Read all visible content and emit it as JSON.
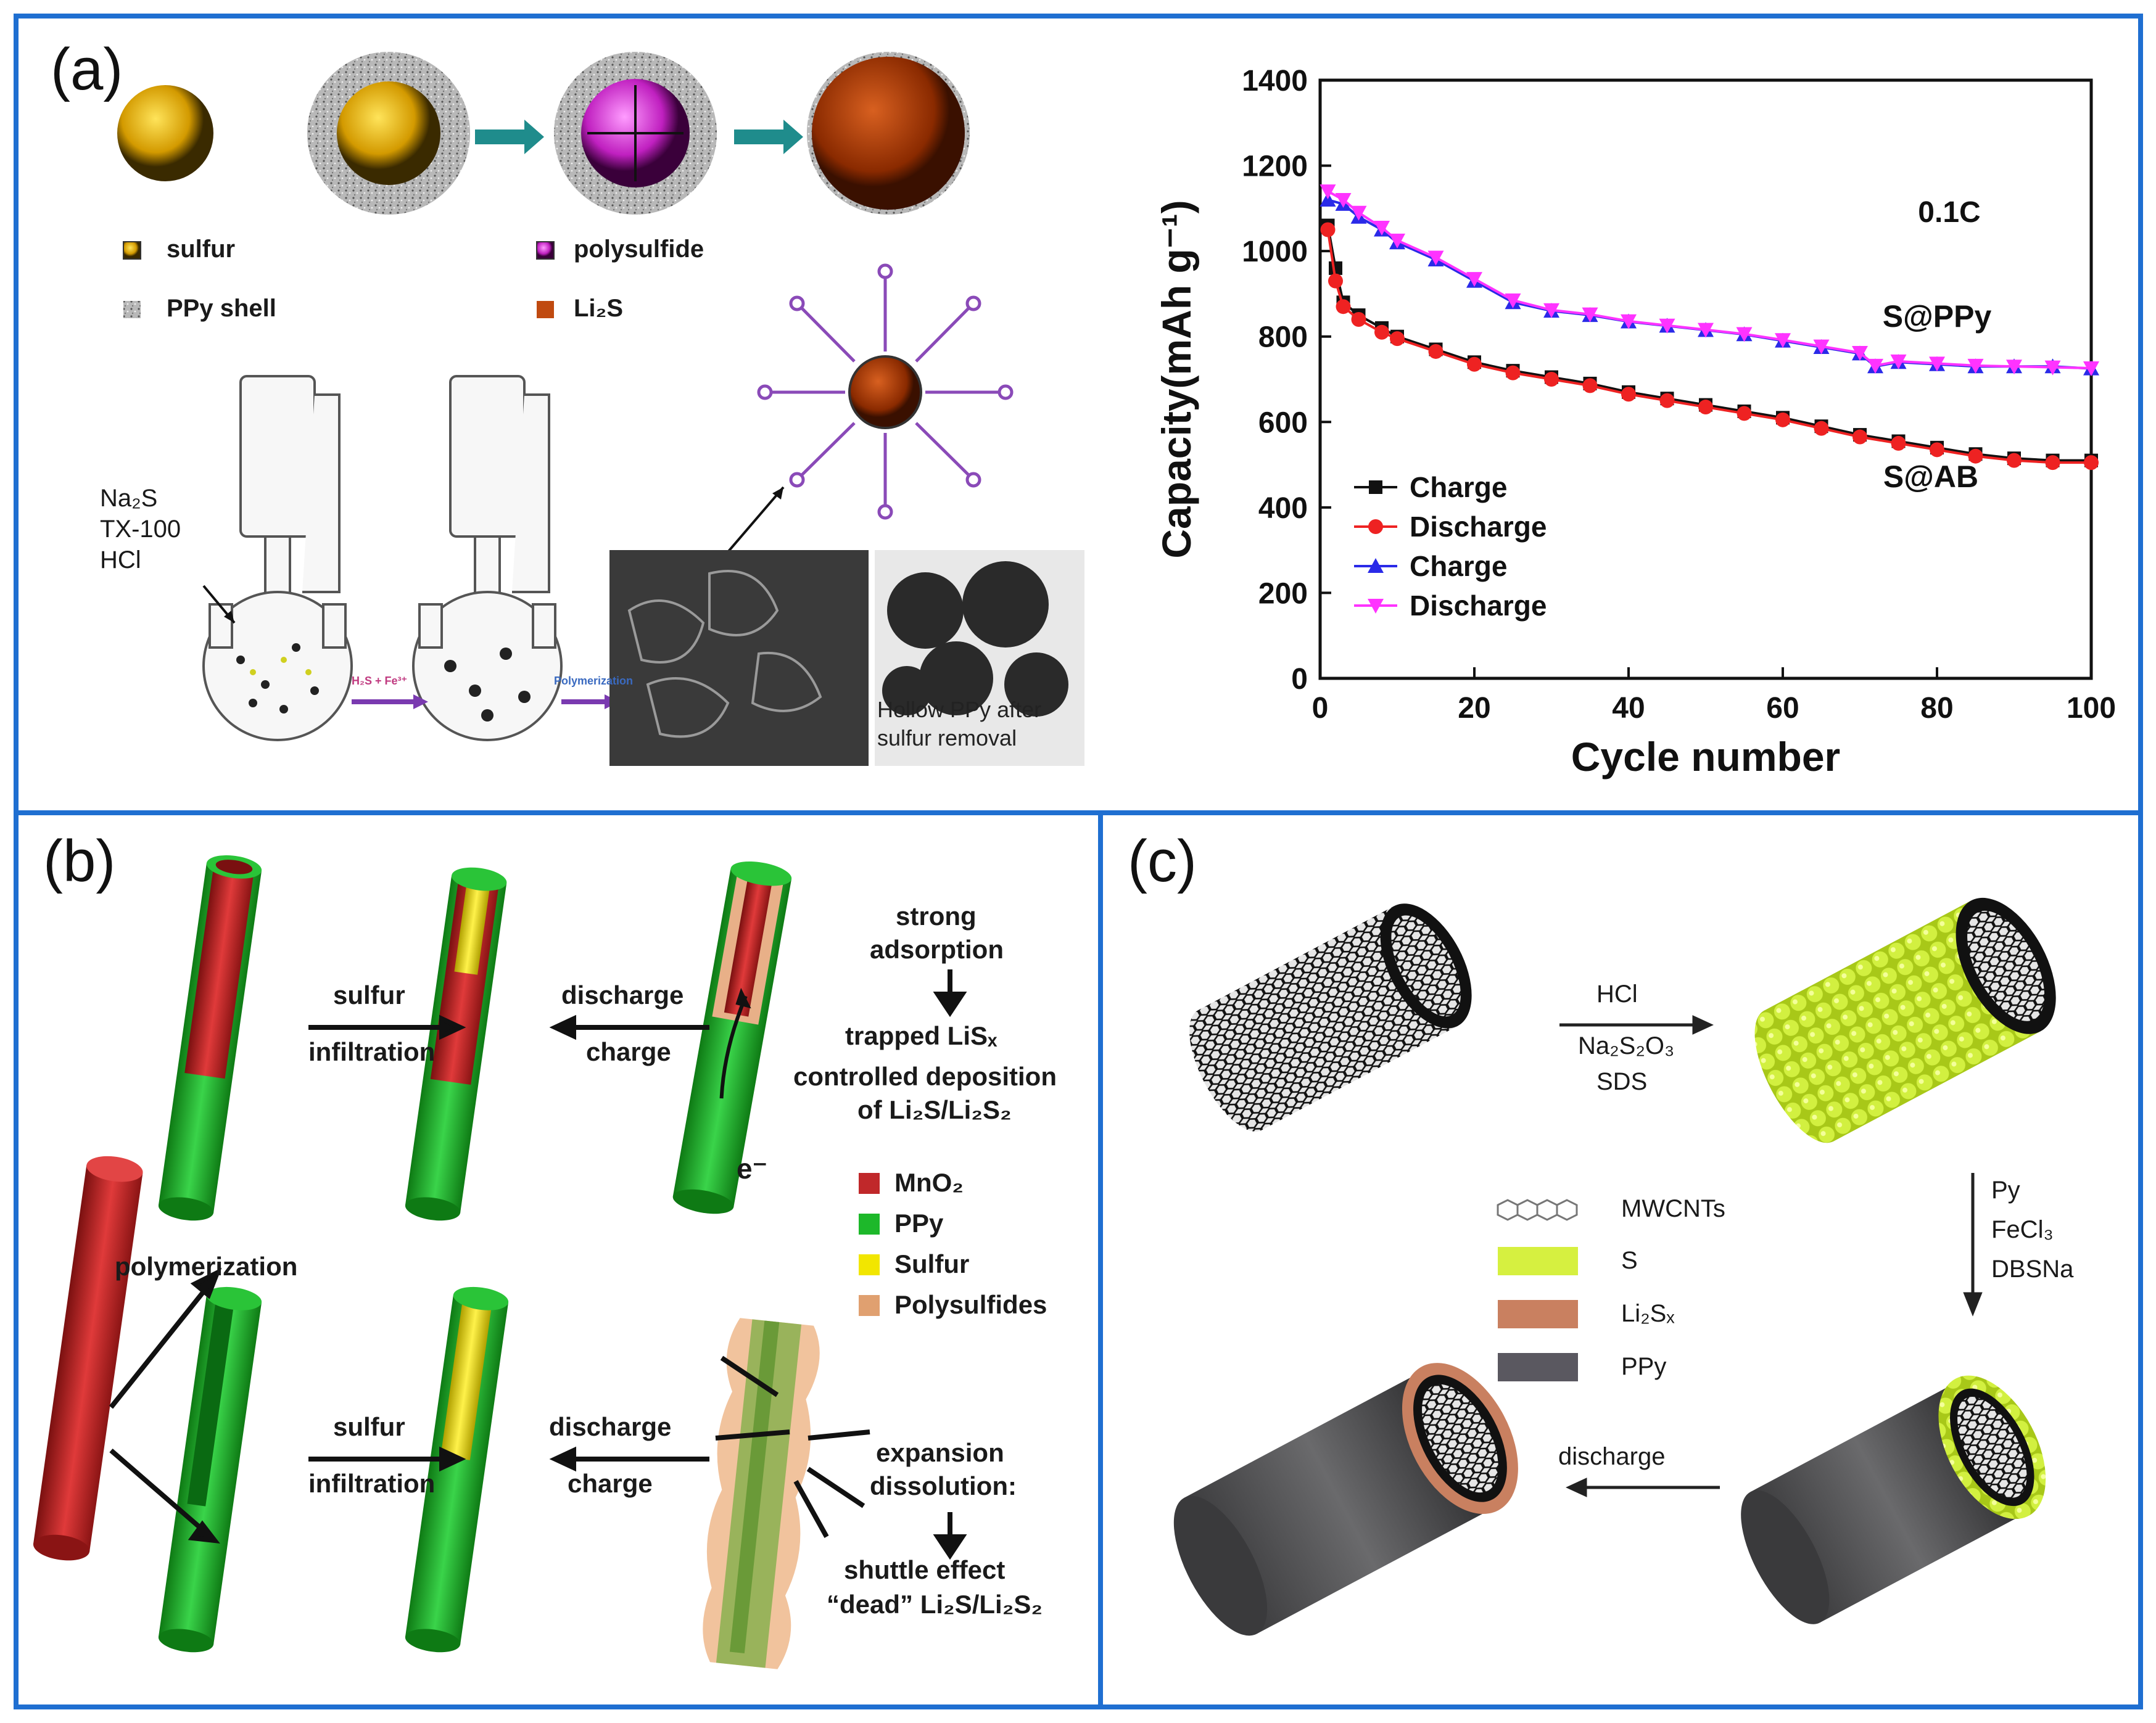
{
  "colors": {
    "border": "#1f6fd1",
    "sulfur": "#d8a800",
    "polysulfide": "#d93fd0",
    "li2s": "#c04a10",
    "mno2": "#c0282a",
    "ppy_green": "#1db82a",
    "sulfur_yellow": "#f2e600",
    "polysulfides_tan": "#e0a070",
    "s_green": "#c8e63a",
    "li2sx": "#c98060",
    "ppy_gray": "#555558"
  },
  "panel_a": {
    "label": "(a)",
    "legend": {
      "sulfur": "sulfur",
      "polysulfide": "polysulfide",
      "ppy_shell": "PPy shell",
      "li2s": "Li₂S"
    },
    "reagents": [
      "Na₂S",
      "TX-100",
      "HCl"
    ],
    "flask_labels": {
      "arrow1": "H₂S + Fe³⁺",
      "arrow2": "Polymerization"
    },
    "tem_caption_1": "Hollow PPy after",
    "tem_caption_2": "sulfur removal",
    "chart_data": {
      "type": "scatter",
      "annotation_rate": "0.1C",
      "annotation_top": "S@PPy",
      "annotation_bottom": "S@AB",
      "xlabel": "Cycle number",
      "ylabel": "Capacity(mAh g⁻¹)",
      "xlim": [
        0,
        100
      ],
      "ylim": [
        0,
        1400
      ],
      "xticks": [
        0,
        20,
        40,
        60,
        80,
        100
      ],
      "yticks": [
        0,
        200,
        400,
        600,
        800,
        1000,
        1200,
        1400
      ],
      "legend_position": "bottom-left",
      "series": [
        {
          "name": "Charge",
          "color": "#111111",
          "marker": "square",
          "x": [
            1,
            2,
            3,
            5,
            8,
            10,
            15,
            20,
            25,
            30,
            35,
            40,
            45,
            50,
            55,
            60,
            65,
            70,
            75,
            80,
            85,
            90,
            95,
            100
          ],
          "y": [
            1060,
            960,
            880,
            850,
            820,
            800,
            770,
            740,
            720,
            705,
            690,
            670,
            655,
            640,
            625,
            610,
            590,
            570,
            555,
            540,
            525,
            515,
            510,
            510
          ]
        },
        {
          "name": "Discharge",
          "color": "#ee2222",
          "marker": "circle",
          "x": [
            1,
            2,
            3,
            5,
            8,
            10,
            15,
            20,
            25,
            30,
            35,
            40,
            45,
            50,
            55,
            60,
            65,
            70,
            75,
            80,
            85,
            90,
            95,
            100
          ],
          "y": [
            1050,
            930,
            870,
            840,
            810,
            795,
            765,
            735,
            715,
            700,
            685,
            665,
            650,
            635,
            620,
            605,
            585,
            565,
            550,
            535,
            520,
            510,
            505,
            505
          ]
        },
        {
          "name": "Charge",
          "color": "#2a2ae8",
          "marker": "triangle-up",
          "x": [
            1,
            3,
            5,
            8,
            10,
            15,
            20,
            25,
            30,
            35,
            40,
            45,
            50,
            55,
            60,
            65,
            70,
            72,
            75,
            80,
            85,
            90,
            95,
            100
          ],
          "y": [
            1120,
            1110,
            1080,
            1050,
            1020,
            980,
            930,
            880,
            860,
            850,
            835,
            825,
            815,
            805,
            790,
            775,
            760,
            730,
            740,
            735,
            730,
            730,
            730,
            725
          ]
        },
        {
          "name": "Discharge",
          "color": "#ff33ff",
          "marker": "triangle-down",
          "x": [
            1,
            3,
            5,
            8,
            10,
            15,
            20,
            25,
            30,
            35,
            40,
            45,
            50,
            55,
            60,
            65,
            70,
            72,
            75,
            80,
            85,
            90,
            95,
            100
          ],
          "y": [
            1140,
            1120,
            1090,
            1055,
            1025,
            985,
            935,
            885,
            862,
            852,
            836,
            826,
            816,
            806,
            792,
            777,
            762,
            732,
            742,
            737,
            732,
            730,
            728,
            726
          ]
        }
      ]
    }
  },
  "panel_b": {
    "label": "(b)",
    "sulfur_label_1": "sulfur",
    "sulfur_label_2": "infiltration",
    "discharge": "discharge",
    "charge": "charge",
    "polymerization": "polymerization",
    "strong_1": "strong",
    "strong_2": "adsorption",
    "trapped": "trapped LiSₓ",
    "controlled_1": "controlled deposition",
    "controlled_2": "of Li₂S/Li₂S₂",
    "expansion_1": "expansion",
    "expansion_2": "dissolution:",
    "shuttle_1": "shuttle effect",
    "shuttle_2": "“dead” Li₂S/Li₂S₂",
    "electron": "e⁻",
    "legend": [
      "MnO₂",
      "PPy",
      "Sulfur",
      "Polysulfides"
    ]
  },
  "panel_c": {
    "label": "(c)",
    "step1": [
      "HCl",
      "Na₂S₂O₃",
      "SDS"
    ],
    "step2": [
      "Py",
      "FeCl₃",
      "DBSNa"
    ],
    "step3": "discharge",
    "legend": [
      "MWCNTs",
      "S",
      "Li₂Sₓ",
      "PPy"
    ]
  }
}
